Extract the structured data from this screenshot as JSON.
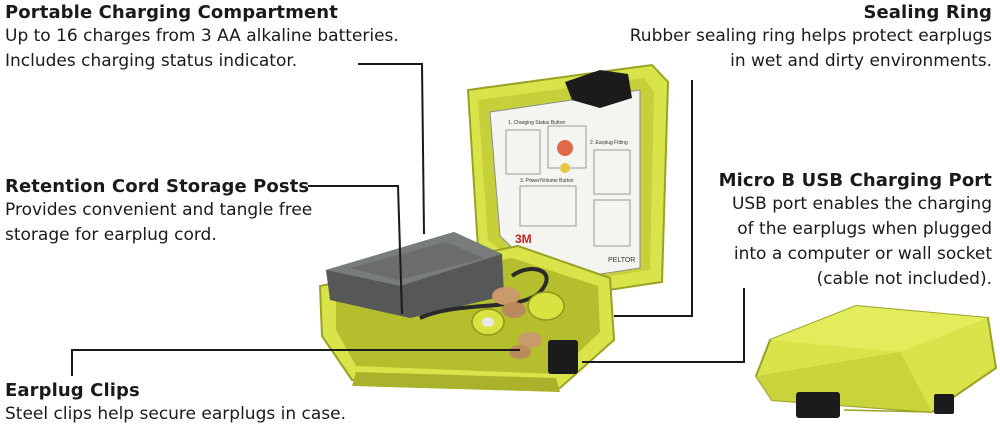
{
  "callouts": {
    "portable": {
      "title": "Portable Charging Compartment",
      "lines": [
        "Up to 16 charges from 3 AA alkaline batteries.",
        "Includes charging status indicator."
      ]
    },
    "sealing": {
      "title": "Sealing Ring",
      "lines": [
        "Rubber sealing ring helps protect earplugs",
        "in wet and dirty environments."
      ]
    },
    "retention": {
      "title": "Retention Cord Storage Posts",
      "lines": [
        "Provides convenient and tangle free",
        "storage for earplug cord."
      ]
    },
    "usb": {
      "title": "Micro B USB Charging Port",
      "lines": [
        "USB port enables the charging",
        "of the earplugs when plugged",
        "into a computer or wall socket",
        "(cable not included)."
      ]
    },
    "clips": {
      "title": "Earplug Clips",
      "lines": [
        "Steel clips help secure earplugs in case."
      ]
    }
  },
  "label": {
    "brand_logo": "3M",
    "brand_text": "PELTOR",
    "sections": [
      "1. Charging Status Button",
      "2. Earplug Fitting",
      "3. Power/Volume Button"
    ]
  },
  "colors": {
    "case_yellow": "#d9e44a",
    "case_shadow": "#b5bf2e",
    "battery_gray": "#5d605f",
    "earplug_tan": "#c99a6a",
    "latch_black": "#1b1b1b",
    "leader_line": "#1a1a1a"
  }
}
